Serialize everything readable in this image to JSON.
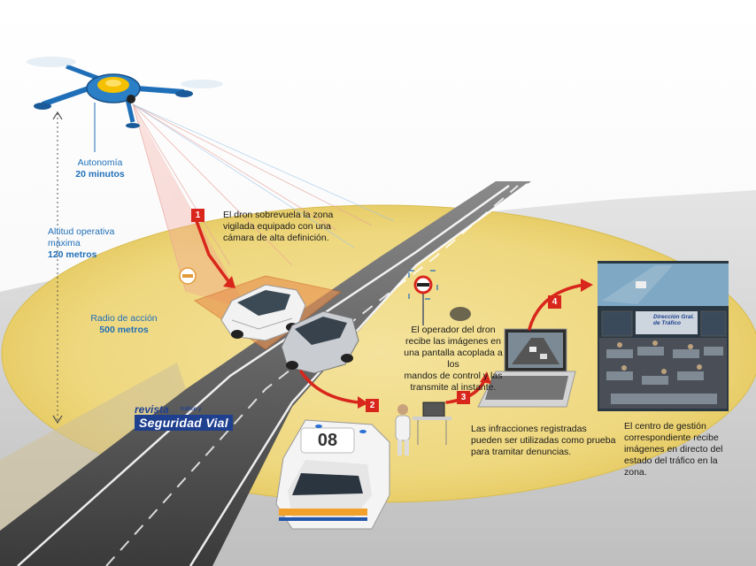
{
  "drone": {
    "autonomia_label": "Autonomía",
    "autonomia_value": "20 minutos"
  },
  "altitude": {
    "label_line1": "Altitud operativa",
    "label_line2": "máxima",
    "value": "120 metros"
  },
  "radius": {
    "label": "Radio de acción",
    "value": "500 metros"
  },
  "steps": [
    {
      "number": "1",
      "lines": [
        "El dron sobrevuela la zona",
        "vigilada equipado con una",
        "cámara de alta definición."
      ]
    },
    {
      "number": "2",
      "lines": [
        "El operador del dron",
        "recibe las imágenes en",
        "una pantalla acoplada a los",
        "mandos de control y las",
        "transmite al instante."
      ]
    },
    {
      "number": "3",
      "lines": [
        "Las  infracciones registradas",
        "pueden ser utilizadas como prueba",
        "para tramitar denuncias."
      ]
    },
    {
      "number": "4",
      "lines": [
        "El centro de gestión",
        "correspondiente recibe",
        "imágenes en directo del",
        "estado del tráfico en la",
        "zona."
      ]
    }
  ],
  "logo": {
    "line1": "revista",
    "line2": "Seguridad Vial",
    "small": "tráfico y"
  },
  "van": {
    "roof_number": "08"
  },
  "control_room": {
    "sign_line1": "Dirección Gral.",
    "sign_line2": "de Tráfico"
  },
  "colors": {
    "accent_red": "#d9261c",
    "label_blue": "#1f6fb8",
    "zone_yellow": "#f2de8a",
    "road_asphalt": "#3d3d3d"
  }
}
